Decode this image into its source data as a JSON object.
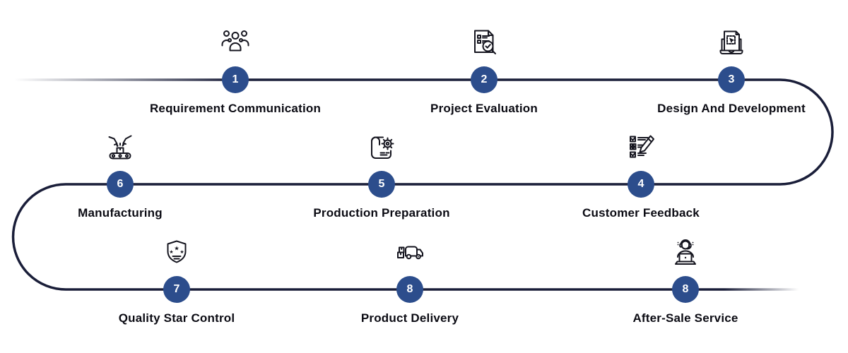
{
  "diagram": {
    "type": "process-flow-snake-timeline",
    "star_glyph": "★",
    "colors": {
      "accent-color": "#2c4d8c",
      "line-color": "#1a1e39",
      "icon-color": "#15151f",
      "text-color": "#0b0b13",
      "background-color": "#ffffff"
    }
  },
  "steps": [
    {
      "number": "1",
      "label": "Requirement Communication",
      "icon": "team-icon"
    },
    {
      "number": "2",
      "label": "Project Evaluation",
      "icon": "document-magnifier-icon"
    },
    {
      "number": "3",
      "label": "Design And Development",
      "icon": "laptop-design-icon"
    },
    {
      "number": "4",
      "label": "Customer Feedback",
      "icon": "checklist-pencil-icon"
    },
    {
      "number": "5",
      "label": "Production Preparation",
      "icon": "blueprint-gear-icon"
    },
    {
      "number": "6",
      "label": "Manufacturing",
      "icon": "robotic-arm-conveyor-icon"
    },
    {
      "number": "7",
      "label": "Quality Star Control",
      "icon": "shield-stars-icon"
    },
    {
      "number": "8",
      "label": "Product Delivery",
      "icon": "delivery-truck-icon"
    },
    {
      "number": "8",
      "label": "After-Sale Service",
      "icon": "support-agent-icon"
    }
  ]
}
